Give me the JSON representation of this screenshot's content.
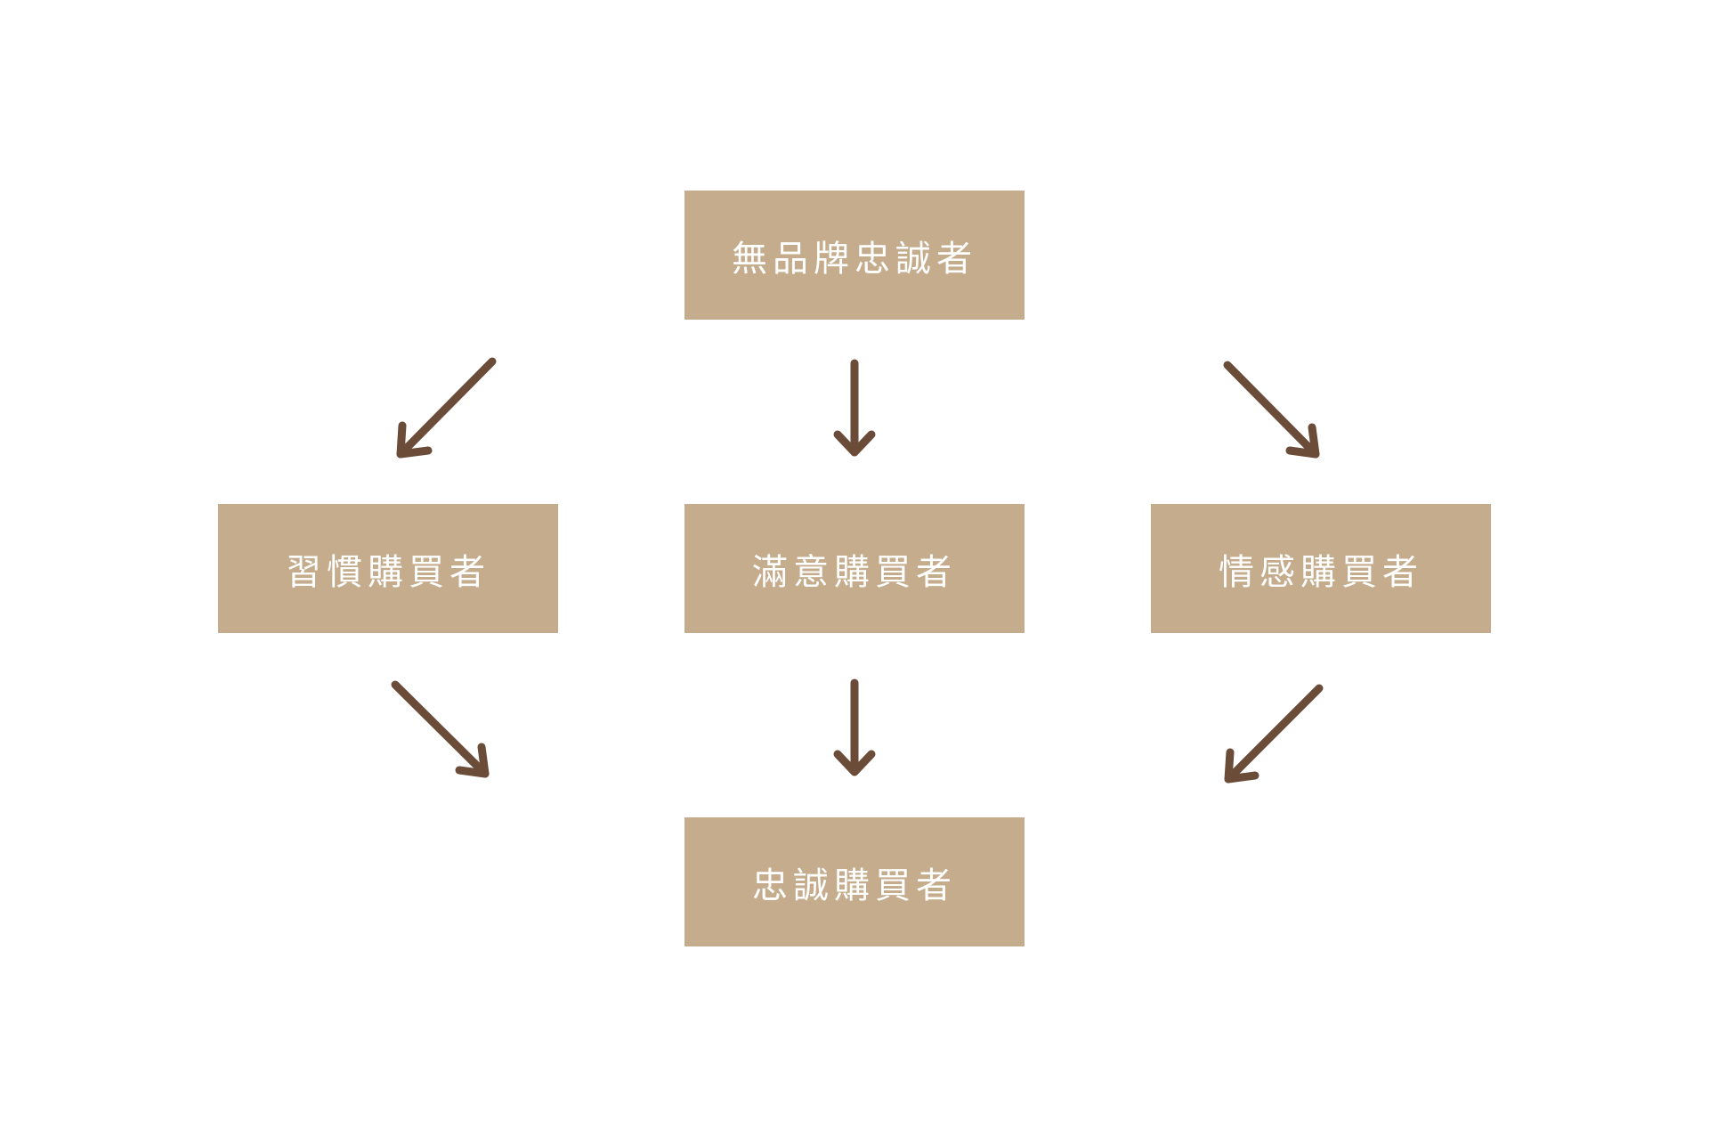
{
  "colors": {
    "box": "#c4ac8d",
    "arrow": "#6b4c39",
    "text": "#ffffff"
  },
  "nodes": {
    "top": "無品牌忠誠者",
    "left": "習慣購買者",
    "middle": "滿意購買者",
    "right": "情感購買者",
    "bottom": "忠誠購買者"
  },
  "edges": [
    {
      "from": "top",
      "to": "left"
    },
    {
      "from": "top",
      "to": "middle"
    },
    {
      "from": "top",
      "to": "right"
    },
    {
      "from": "left",
      "to": "bottom"
    },
    {
      "from": "middle",
      "to": "bottom"
    },
    {
      "from": "right",
      "to": "bottom"
    }
  ]
}
